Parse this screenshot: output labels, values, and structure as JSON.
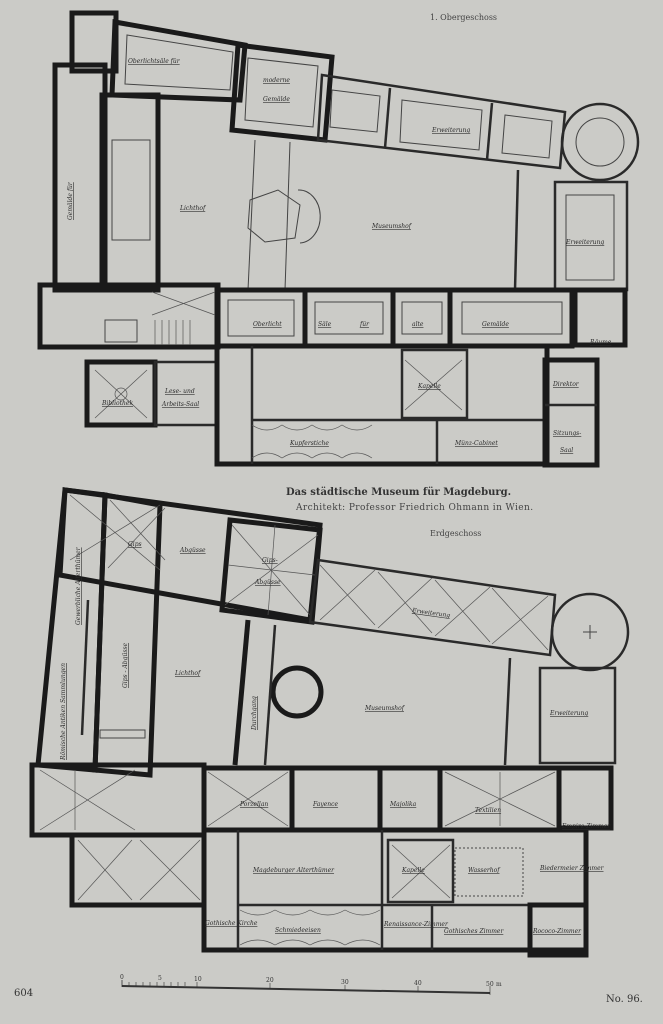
{
  "upper_plan": {
    "heading": "1. Obergeschoss",
    "rooms": {
      "oberlichtsaele": "Oberlichtsäle für",
      "moderne": "moderne",
      "gemaelde_top": "Gemälde",
      "lichthof": "Lichthof",
      "museumshof": "Museumshof",
      "erweiterung_1": "Erweiterung",
      "erweiterung_2": "Erweiterung",
      "oberlicht": "Oberlicht",
      "saele": "Säle",
      "fuer": "für",
      "alte": "alte",
      "gemaelde": "Gemälde",
      "raeume": "Räume",
      "lese": "Lese- und",
      "arbeits": "Arbeits-Saal",
      "bibliothek": "Bibliothek",
      "kupferstiche": "Kupferstiche",
      "kapelle": "Kapelle",
      "muenz": "Münz-Cabinet",
      "direktor": "Direktor",
      "sitzungs": "Sitzungs-",
      "saal": "Saal",
      "left_wing": "Gemälde für"
    }
  },
  "caption": {
    "title": "Das städtische Museum für Magdeburg.",
    "architect": "Architekt: Professor Friedrich Ohmann in Wien."
  },
  "lower_plan": {
    "heading": "Erdgeschoss",
    "rooms": {
      "gips": "Gips",
      "abguesse_top": "Abgüsse",
      "gips_abguesse_hall": "Gips-",
      "abguesse_hall": "Abgüsse",
      "gips_abguesse_v": "Gips - Abgüsse",
      "lichthof": "Lichthof",
      "museumshof": "Museumshof",
      "durchgang": "Durchgang",
      "erweiterung_1": "Erweiterung",
      "erweiterung_2": "Erweiterung",
      "gewerbe": "Gewerbliche Alterthümer",
      "antiken": "Römische Antiken Sammlungen",
      "porzellan": "Porzellan",
      "fayence": "Fayence",
      "majolika": "Majolika",
      "textilien": "Textilien",
      "empire": "Empire-Zimmer",
      "magdeburger": "Magdeburger Alterthümer",
      "kapelle": "Kapelle",
      "wasserhof": "Wasserhof",
      "biedermeier": "Biedermeier Zimmer",
      "gothische": "Gothische Kirche",
      "schmiedeeisen": "Schmiedeeisen",
      "renaissance": "Renaissance-Zimmer",
      "gothisches": "Gothisches Zimmer",
      "rococo": "Rococo-Zimmer"
    }
  },
  "scale_bar": {
    "ticks": [
      "0",
      "5",
      "10",
      "20",
      "30",
      "40",
      "50"
    ],
    "unit": "m"
  },
  "footer": {
    "page_number": "604",
    "plate_number": "No. 96."
  }
}
